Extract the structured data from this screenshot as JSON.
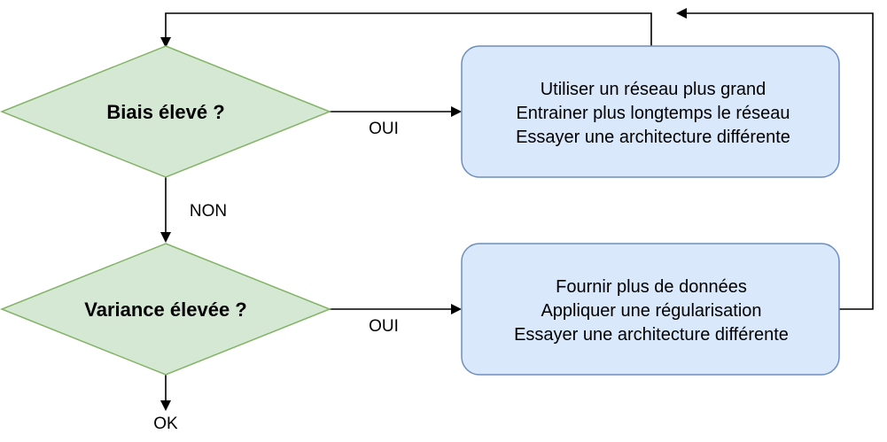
{
  "nodes": {
    "bias_decision": {
      "label": "Biais élevé ?"
    },
    "variance_decision": {
      "label": "Variance élevée ?"
    },
    "bias_actions": {
      "lines": [
        "Utiliser un réseau plus grand",
        "Entrainer plus longtemps le réseau",
        "Essayer une architecture différente"
      ]
    },
    "variance_actions": {
      "lines": [
        "Fournir plus de données",
        "Appliquer une régularisation",
        "Essayer une architecture différente"
      ]
    }
  },
  "edge_labels": {
    "bias_yes": "OUI",
    "bias_no": "NON",
    "variance_yes": "OUI",
    "variance_no": "OK"
  },
  "colors": {
    "decision_fill": "#d5e8d4",
    "decision_stroke": "#82b366",
    "action_fill": "#dae8fc",
    "action_stroke": "#6c8ebf",
    "edge": "#000000"
  }
}
